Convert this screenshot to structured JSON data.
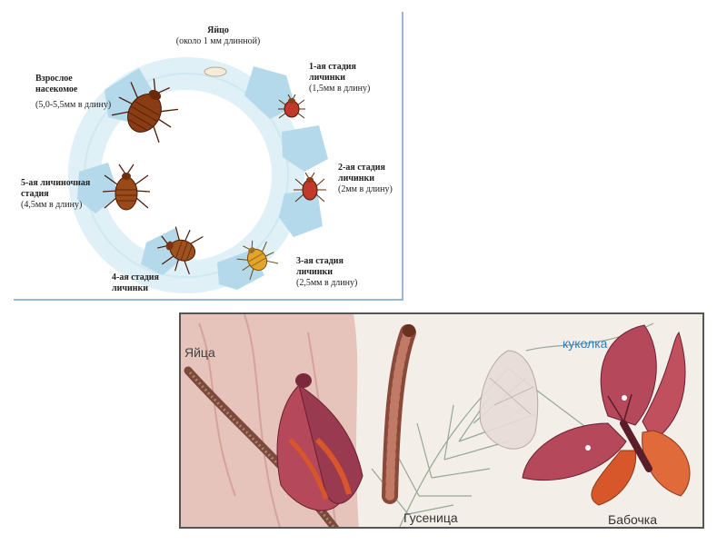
{
  "bedbug_cycle": {
    "egg": {
      "title": "Яйцо",
      "size": "(около 1 мм длинной)"
    },
    "stage1": {
      "title_line1": "1-ая стадия",
      "title_line2": "личинки",
      "size": "(1,5мм в длину)"
    },
    "stage2": {
      "title_line1": "2-ая стадия",
      "title_line2": "личинки",
      "size": "(2мм в длину)"
    },
    "stage3": {
      "title_line1": "3-ая стадия",
      "title_line2": "личинки",
      "size": "(2,5мм в длину)"
    },
    "stage4": {
      "title_line1": "4-ая стадия",
      "title_line2": "личинки"
    },
    "stage5": {
      "title_line1": "5-ая личиночная",
      "title_line2": "стадия",
      "size": "(4,5мм в длину)"
    },
    "adult": {
      "title_line1": "Взрослое",
      "title_line2": "насекомое",
      "size": "(5,0-5,5мм в длину)"
    }
  },
  "moth_cycle": {
    "eggs": "Яйца",
    "pupa": "куколка",
    "caterpillar": "Гусеница",
    "butterfly": "Бабочка"
  },
  "colors": {
    "ring": "#cfe6f0",
    "ring_segment": "#a9d3e6",
    "bug_brown": "#8a3d14",
    "larva_red": "#c0392b",
    "larva_yellow": "#e1a52c",
    "pupa_label": "#2f7fb8",
    "moth_wing": "#b5485a",
    "moth_orange": "#d8572a"
  },
  "icons": [
    "egg-icon",
    "larva-icon",
    "bedbug-icon",
    "moth-icon",
    "caterpillar-icon",
    "pupa-icon",
    "pine-branch-icon"
  ]
}
